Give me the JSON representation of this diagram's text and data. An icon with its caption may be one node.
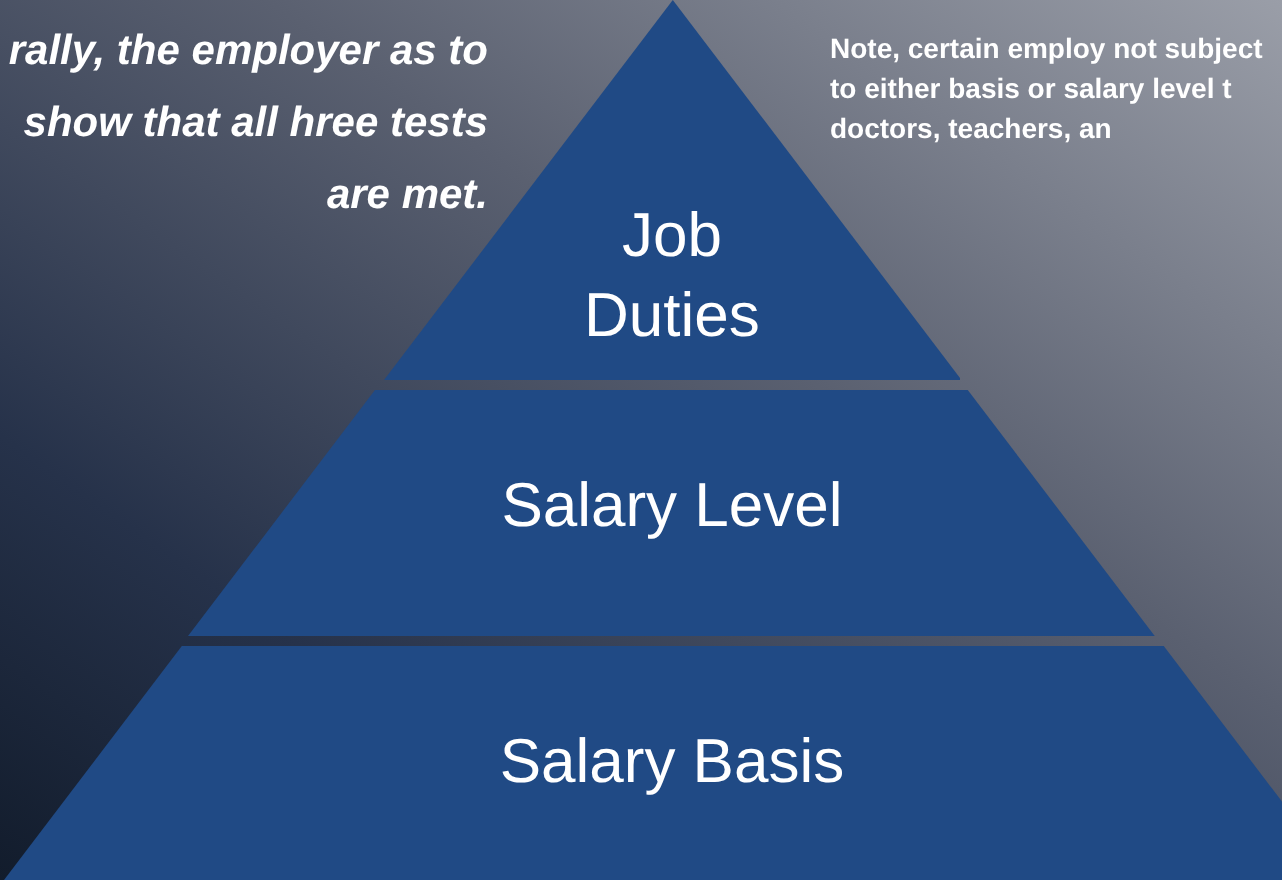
{
  "diagram": {
    "nodes": [
      {
        "text": [
          "Job Duties"
        ]
      },
      {
        "text": [
          "Salary Level"
        ]
      },
      {
        "text": [
          "Salary Basis"
        ]
      }
    ],
    "labels": [
      "rally, the employer as to show that all hree tests are met.",
      "Note, certain employ not subject to either basis or salary level t doctors, teachers, an"
    ]
  }
}
